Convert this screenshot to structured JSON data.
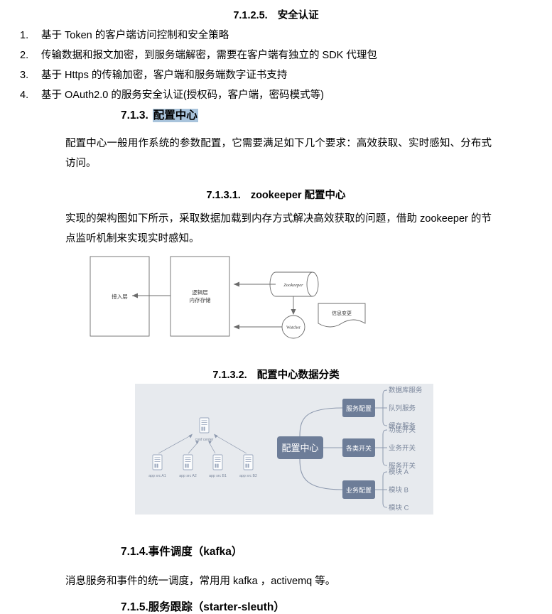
{
  "document": {
    "sections": {
      "sec_7125": {
        "number": "7.1.2.5.",
        "title": "安全认证"
      },
      "sec_713": {
        "number": "7.1.3.",
        "title": "配置中心",
        "highlighted": true,
        "highlight_color": "#a9c4dc"
      },
      "sec_7131": {
        "number": "7.1.3.1.",
        "title": "zookeeper 配置中心"
      },
      "sec_7132": {
        "number": "7.1.3.2.",
        "title": "配置中心数据分类"
      },
      "sec_714": {
        "number": "7.1.4.",
        "title": "事件调度（kafka）"
      },
      "sec_715": {
        "number": "7.1.5.",
        "title": "服务跟踪（starter-sleuth）"
      }
    },
    "security_list": [
      {
        "index": "1.",
        "text": "基于 Token 的客户端访问控制和安全策略"
      },
      {
        "index": "2.",
        "text": "传输数据和报文加密，到服务端解密，需要在客户端有独立的 SDK 代理包"
      },
      {
        "index": "3.",
        "text": "基于 Https 的传输加密，客户端和服务端数字证书支持"
      },
      {
        "index": "4.",
        "text": "基于 OAuth2.0 的服务安全认证(授权码，客户端，密码模式等)"
      }
    ],
    "paragraphs": {
      "config_center_intro": "配置中心一般用作系统的参数配置，它需要满足如下几个要求：高效获取、实时感知、分布式访问。",
      "zookeeper_intro": "实现的架构图如下所示，采取数据加载到内存方式解决高效获取的问题，借助 zookeeper 的节点监听机制来实现实时感知。",
      "kafka_intro": "消息服务和事件的统一调度，常用用 kafka ，activemq 等。"
    }
  },
  "diagram_zookeeper": {
    "type": "flowchart",
    "nodes": {
      "access_layer": "接入层",
      "logic_layer_line1": "逻辑层",
      "logic_layer_line2": "内存存储",
      "zookeeper": "Zookeeper",
      "watcher": "Watcher",
      "info_change": "信息变更"
    },
    "stroke_color": "#6b6b6b",
    "background": "#ffffff"
  },
  "diagram_config_center": {
    "type": "mindmap",
    "background": "#e7eaee",
    "accent": "#6d7d98",
    "center": "配置中心",
    "left_cluster": {
      "root": "conf center",
      "leaves": [
        "app src A1",
        "app src A2",
        "app src B1",
        "app src B2"
      ]
    },
    "branches": [
      {
        "label": "服务配置",
        "children": [
          "数据库服务",
          "队列服务",
          "缓存服务"
        ]
      },
      {
        "label": "各类开关",
        "children": [
          "功能开关",
          "业务开关",
          "服务开关"
        ]
      },
      {
        "label": "业务配置",
        "children": [
          "模块 A",
          "模块 B",
          "模块 C"
        ]
      }
    ]
  }
}
